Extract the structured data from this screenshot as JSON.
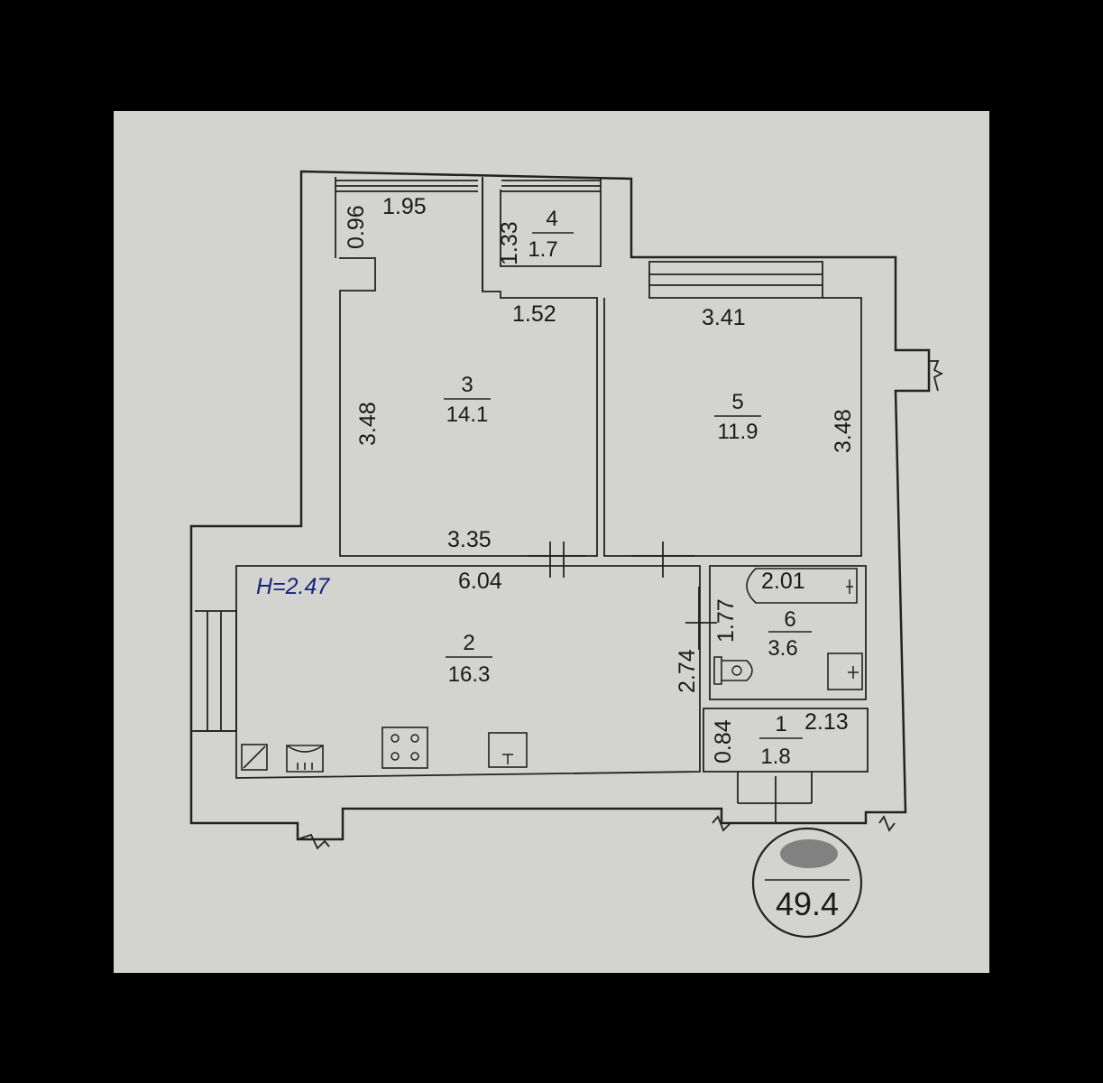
{
  "plan": {
    "height_label": "H=2.47",
    "total_area": "49.4",
    "rooms": [
      {
        "id": "1",
        "area": "1.8"
      },
      {
        "id": "2",
        "area": "16.3"
      },
      {
        "id": "3",
        "area": "14.1"
      },
      {
        "id": "4",
        "area": "1.7"
      },
      {
        "id": "5",
        "area": "11.9"
      },
      {
        "id": "6",
        "area": "3.6"
      }
    ],
    "dimensions": {
      "balcony_left_depth": "0.96",
      "balcony_left_width": "1.95",
      "balcony_small_depth": "1.33",
      "balcony_small_width": "1.52",
      "room3_height": "3.48",
      "room3_width": "3.35",
      "room5_width": "3.41",
      "room5_height": "3.48",
      "kitchen_width": "6.04",
      "kitchen_height": "2.74",
      "bath_height": "1.77",
      "bath_width": "2.01",
      "hall_depth": "0.84",
      "hall_width": "2.13"
    }
  }
}
